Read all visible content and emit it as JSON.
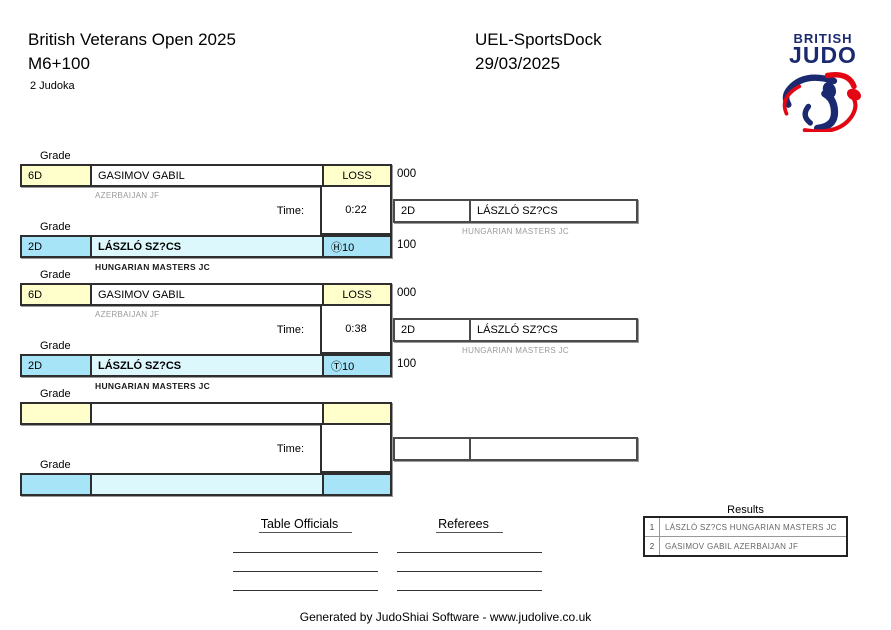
{
  "header": {
    "event_title": "British Veterans Open 2025",
    "category": "M6+100",
    "judoka_count": "2 Judoka",
    "venue": "UEL-SportsDock",
    "date": "29/03/2025"
  },
  "logo": {
    "line1": "BRITISH",
    "line2": "JUDO",
    "navy": "#1b2a70",
    "red": "#e30613"
  },
  "labels": {
    "grade": "Grade",
    "time": "Time:",
    "results": "Results",
    "table_officials": "Table Officials",
    "referees": "Referees"
  },
  "colors": {
    "grade_result_top": "#ffffcc",
    "grade_result_winner": "#a8e4f8",
    "winner_name": "#dcf8fd"
  },
  "matches": [
    {
      "top": {
        "grade": "6D",
        "name": "GASIMOV GABIL",
        "club": "AZERBAIJAN JF",
        "result": "LOSS",
        "score": "000"
      },
      "time": "0:22",
      "winner": {
        "grade": "2D",
        "name": "LÁSZLÓ SZ?CS",
        "club": "HUNGARIAN MASTERS JC"
      },
      "bottom": {
        "grade": "2D",
        "name": "LÁSZLÓ SZ?CS",
        "club": "HUNGARIAN MASTERS JC",
        "result": "Ⓗ10",
        "score": "100"
      }
    },
    {
      "top": {
        "grade": "6D",
        "name": "GASIMOV GABIL",
        "club": "AZERBAIJAN JF",
        "result": "LOSS",
        "score": "000"
      },
      "time": "0:38",
      "winner": {
        "grade": "2D",
        "name": "LÁSZLÓ SZ?CS",
        "club": "HUNGARIAN MASTERS JC"
      },
      "bottom": {
        "grade": "2D",
        "name": "LÁSZLÓ SZ?CS",
        "club": "HUNGARIAN MASTERS JC",
        "result": "Ⓣ10",
        "score": "100"
      }
    },
    {
      "top": {
        "grade": "",
        "name": "",
        "club": "",
        "result": "",
        "score": ""
      },
      "time": "",
      "winner": {
        "grade": "",
        "name": "",
        "club": ""
      },
      "bottom": {
        "grade": "",
        "name": "",
        "club": "",
        "result": "",
        "score": ""
      }
    }
  ],
  "results_table": {
    "title": "Results",
    "rows": [
      {
        "rank": "1",
        "text": "LÁSZLÓ SZ?CS HUNGARIAN MASTERS JC"
      },
      {
        "rank": "2",
        "text": "GASIMOV GABIL AZERBAIJAN JF"
      }
    ]
  },
  "footer": "Generated by JudoShiai Software - www.judolive.co.uk"
}
